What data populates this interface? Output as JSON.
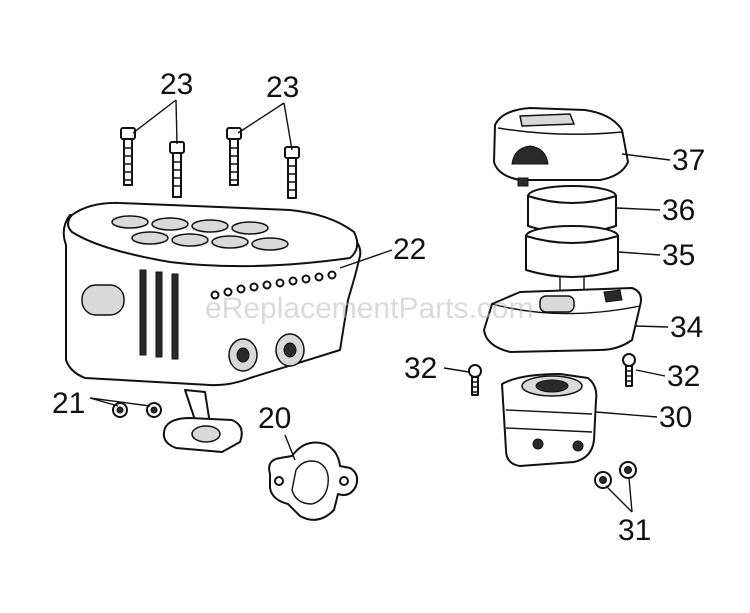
{
  "watermark": "eReplacementParts.com",
  "callouts": {
    "c23a": "23",
    "c23b": "23",
    "c22": "22",
    "c21": "21",
    "c20": "20",
    "c37": "37",
    "c36": "36",
    "c35": "35",
    "c34": "34",
    "c32a": "32",
    "c32b": "32",
    "c30": "30",
    "c31": "31"
  }
}
